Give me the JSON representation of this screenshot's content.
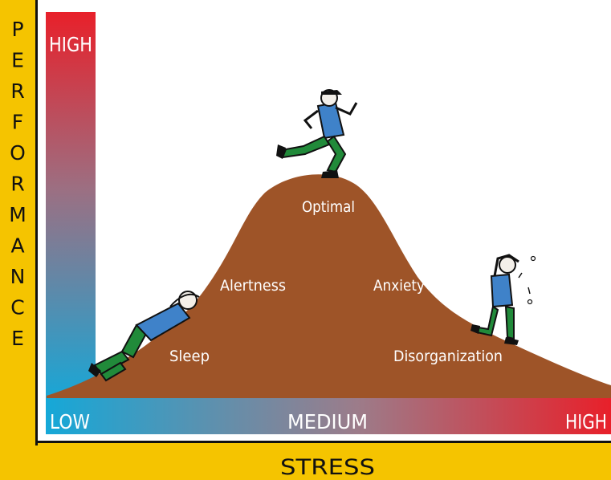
{
  "axes": {
    "y_title": "PERFORMANCE",
    "x_title": "STRESS",
    "y_high": "HIGH",
    "x_low": "LOW",
    "x_medium": "MEDIUM",
    "x_high": "HIGH"
  },
  "zones": {
    "sleep": "Sleep",
    "alertness": "Alertness",
    "optimal": "Optimal",
    "anxiety": "Anxiety",
    "disorganization": "Disorganization"
  },
  "colors": {
    "frame_yellow": "#F5C400",
    "curve_brown": "#9E5428",
    "cold_blue": "#15A8D8",
    "hot_red": "#E8202A",
    "figure_shirt": "#3F82C9",
    "figure_pants": "#218A3A"
  },
  "icons": [
    "sleeping-person-icon",
    "running-person-icon",
    "stressed-person-icon"
  ]
}
